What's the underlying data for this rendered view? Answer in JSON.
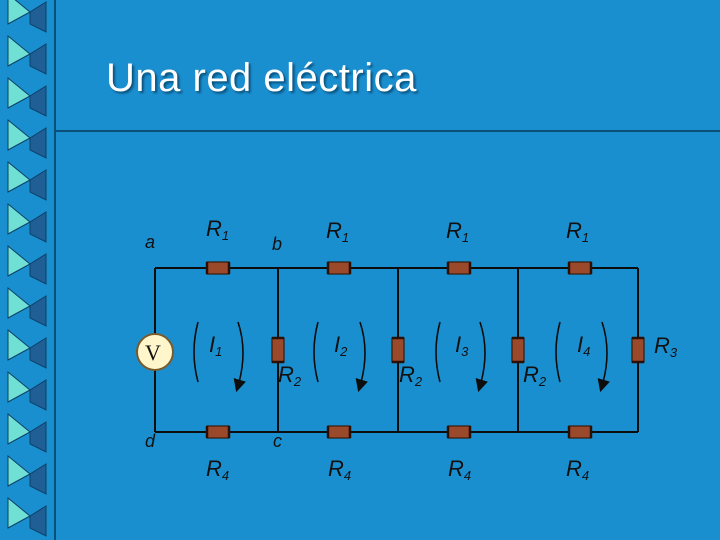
{
  "slide": {
    "title": "Una red eléctrica",
    "background_color": "#1a8fd0",
    "binding_colors": [
      "#6fe0d3",
      "#1f5f96"
    ]
  },
  "circuit": {
    "nodes": {
      "a": "a",
      "b": "b",
      "c": "c",
      "d": "d"
    },
    "source": {
      "symbol": "V",
      "fill": "#fff6cc"
    },
    "top_resistors": [
      {
        "label": "R",
        "sub": "1"
      },
      {
        "label": "R",
        "sub": "1"
      },
      {
        "label": "R",
        "sub": "1"
      },
      {
        "label": "R",
        "sub": "1"
      }
    ],
    "bottom_resistors": [
      {
        "label": "R",
        "sub": "4"
      },
      {
        "label": "R",
        "sub": "4"
      },
      {
        "label": "R",
        "sub": "4"
      },
      {
        "label": "R",
        "sub": "4"
      }
    ],
    "shunt_resistors": [
      {
        "label": "R",
        "sub": "2"
      },
      {
        "label": "R",
        "sub": "2"
      },
      {
        "label": "R",
        "sub": "2"
      }
    ],
    "end_resistor": {
      "label": "R",
      "sub": "3"
    },
    "currents": [
      {
        "label": "I",
        "sub": "1"
      },
      {
        "label": "I",
        "sub": "2"
      },
      {
        "label": "I",
        "sub": "3"
      },
      {
        "label": "I",
        "sub": "4"
      }
    ],
    "resistor_color": "#9a4a2a"
  }
}
